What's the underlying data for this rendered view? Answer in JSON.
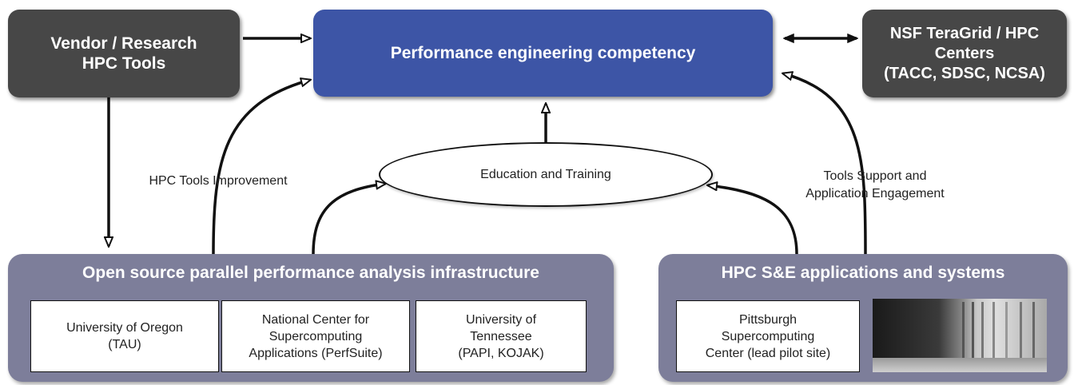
{
  "nodes": {
    "vendor": "Vendor / Research\nHPC Tools",
    "competency": "Performance engineering competency",
    "teragrid": "NSF TeraGrid / HPC\nCenters\n(TACC, SDSC, NCSA)",
    "education": "Education and Training"
  },
  "edge_labels": {
    "tools_improvement": "HPC Tools Improvement",
    "tools_support": "Tools Support and\nApplication Engagement"
  },
  "open_source": {
    "title": "Open source parallel performance analysis infrastructure",
    "institutions": [
      "University of Oregon\n(TAU)",
      "National Center for\nSupercomputing\nApplications (PerfSuite)",
      "University of\nTennessee\n(PAPI, KOJAK)"
    ]
  },
  "hpc_apps": {
    "title": "HPC S&E applications and systems",
    "institution": "Pittsburgh\nSupercomputing\nCenter (lead pilot site)",
    "photo": "supercomputer-racks-photo"
  },
  "colors": {
    "dark_box": "#474747",
    "blue_box": "#3d55a6",
    "group_box": "#7d7e9a"
  }
}
